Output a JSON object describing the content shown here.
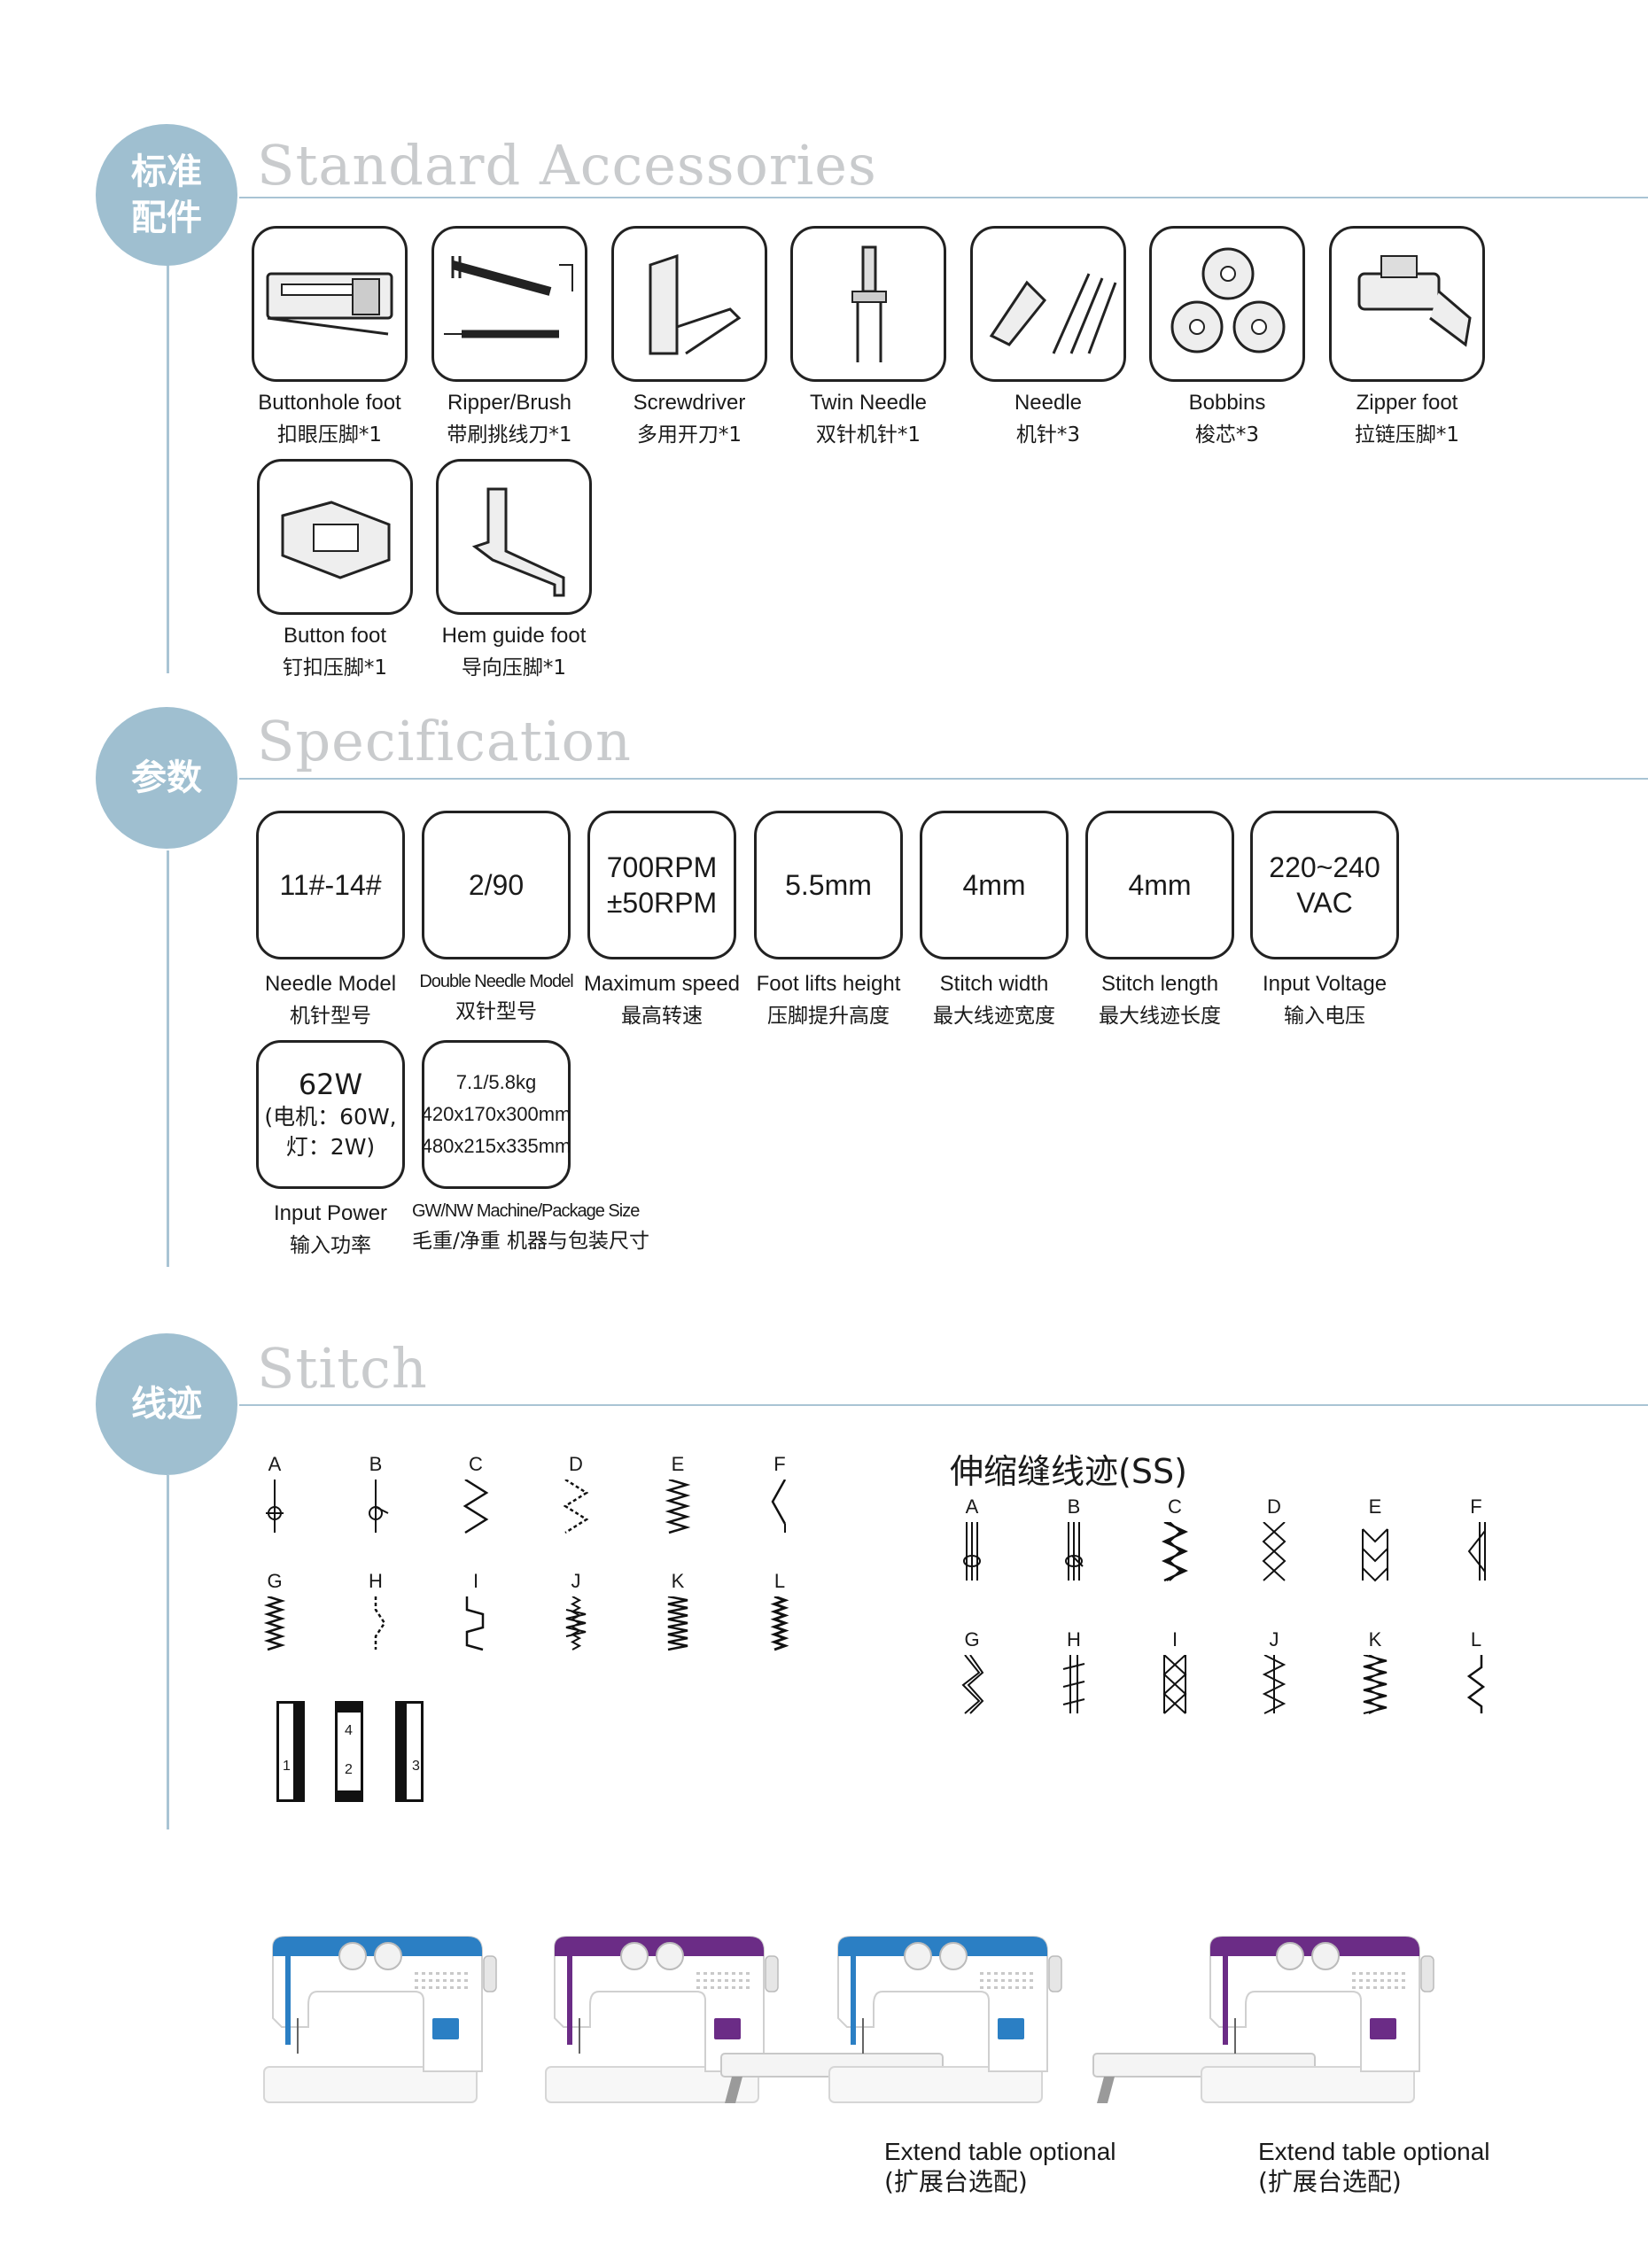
{
  "accessories": {
    "badge": [
      "标准",
      "配件"
    ],
    "title": "Standard Accessories",
    "items": [
      {
        "en": "Buttonhole foot",
        "cn": "扣眼压脚*1",
        "icon": "buttonhole-foot-icon"
      },
      {
        "en": "Ripper/Brush",
        "cn": "带刷挑线刀*1",
        "icon": "ripper-brush-icon"
      },
      {
        "en": "Screwdriver",
        "cn": "多用开刀*1",
        "icon": "screwdriver-icon"
      },
      {
        "en": "Twin Needle",
        "cn": "双针机针*1",
        "icon": "twin-needle-icon"
      },
      {
        "en": "Needle",
        "cn": "机针*3",
        "icon": "needle-icon"
      },
      {
        "en": "Bobbins",
        "cn": "梭芯*3",
        "icon": "bobbins-icon"
      },
      {
        "en": "Zipper foot",
        "cn": "拉链压脚*1",
        "icon": "zipper-foot-icon"
      },
      {
        "en": "Button foot",
        "cn": "钉扣压脚*1",
        "icon": "button-foot-icon"
      },
      {
        "en": "Hem guide foot",
        "cn": "导向压脚*1",
        "icon": "hem-guide-foot-icon"
      }
    ]
  },
  "specification": {
    "badge": "参数",
    "title": "Specification",
    "items": [
      {
        "value": [
          "11#-14#"
        ],
        "en": "Needle Model",
        "cn": "机针型号"
      },
      {
        "value": [
          "2/90"
        ],
        "en": "Double Needle Model",
        "cn": "双针型号"
      },
      {
        "value": [
          "700RPM",
          "±50RPM"
        ],
        "en": "Maximum speed",
        "cn": "最高转速"
      },
      {
        "value": [
          "5.5mm"
        ],
        "en": "Foot lifts height",
        "cn": "压脚提升高度"
      },
      {
        "value": [
          "4mm"
        ],
        "en": "Stitch width",
        "cn": "最大线迹宽度"
      },
      {
        "value": [
          "4mm"
        ],
        "en": "Stitch length",
        "cn": "最大线迹长度"
      },
      {
        "value": [
          "220~240",
          "VAC"
        ],
        "en": "Input Voltage",
        "cn": "输入电压"
      },
      {
        "value": [
          "62W",
          "(电机：60W,",
          "灯：2W)"
        ],
        "en": "Input Power",
        "cn": "输入功率"
      },
      {
        "value": [
          "7.1/5.8kg",
          "420x170x300mm",
          "480x215x335mm"
        ],
        "en": "GW/NW Machine/Package Size",
        "cn": "毛重/净重 机器与包装尺寸"
      }
    ]
  },
  "stitch": {
    "badge": "线迹",
    "title": "Stitch",
    "basic_labels": [
      "A",
      "B",
      "C",
      "D",
      "E",
      "F",
      "G",
      "H",
      "I",
      "J",
      "K",
      "L"
    ],
    "ss_title": "伸缩缝线迹(SS)",
    "ss_labels": [
      "A",
      "B",
      "C",
      "D",
      "E",
      "F",
      "G",
      "H",
      "I",
      "J",
      "K",
      "L"
    ],
    "buttonhole_numbers": [
      "1",
      "4",
      "2",
      "3"
    ]
  },
  "machines": {
    "accent_colors": [
      "#2b7fc4",
      "#6b2c86",
      "#2b7fc4",
      "#6b2c86"
    ],
    "captions": [
      {
        "en": "Extend table optional",
        "cn": "(扩展台选配)"
      },
      {
        "en": "Extend table optional",
        "cn": "(扩展台选配)"
      }
    ]
  }
}
